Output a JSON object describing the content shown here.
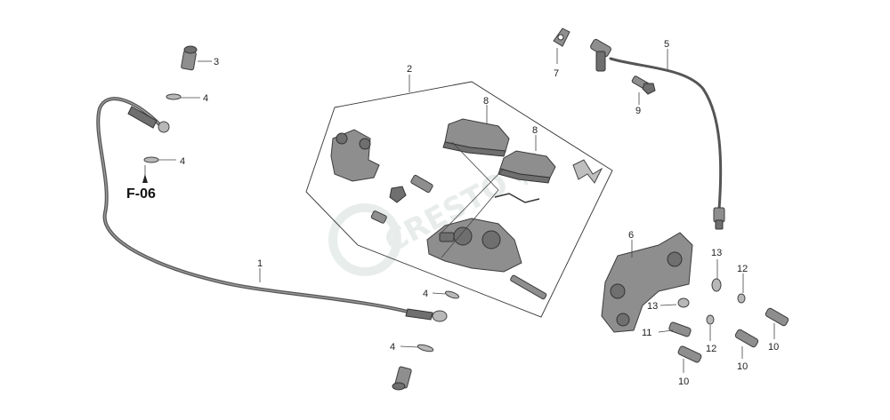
{
  "reference": "F-06",
  "callouts": {
    "c1": "1",
    "c2": "2",
    "c3": "3",
    "c4a": "4",
    "c4b": "4",
    "c4c": "4",
    "c4d": "4",
    "c5": "5",
    "c6": "6",
    "c7": "7",
    "c8a": "8",
    "c8b": "8",
    "c9": "9",
    "c10a": "10",
    "c10b": "10",
    "c10c": "10",
    "c11": "11",
    "c12a": "12",
    "c12b": "12",
    "c13a": "13",
    "c13b": "13"
  }
}
